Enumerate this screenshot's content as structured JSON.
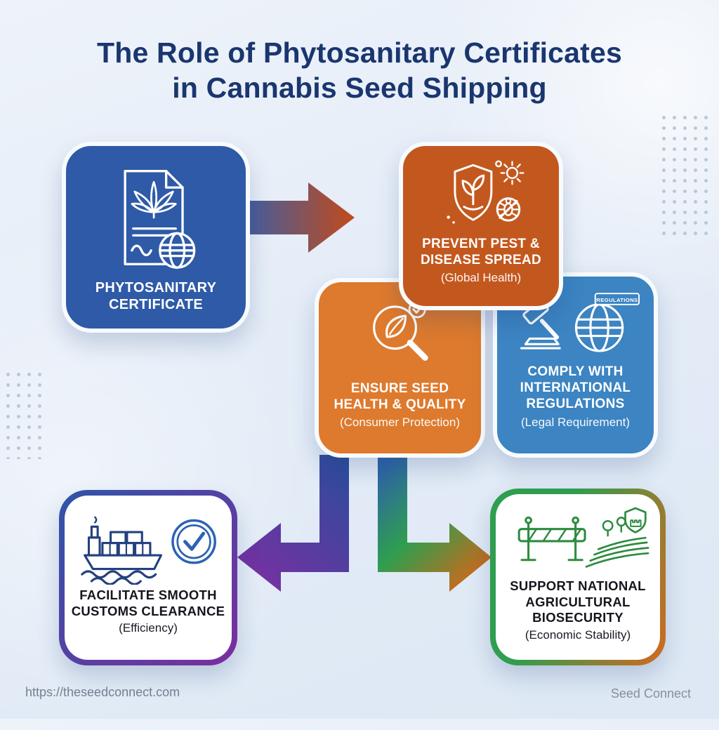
{
  "title": {
    "line1": "The Role of Phytosanitary Certificates",
    "line2": "in Cannabis Seed Shipping"
  },
  "cards": {
    "certificate": {
      "title": "PHYTOSANITARY CERTIFICATE"
    },
    "pest": {
      "title": "PREVENT PEST & DISEASE SPREAD",
      "subtitle": "(Global Health)"
    },
    "seed": {
      "title": "ENSURE SEED HEALTH & QUALITY",
      "subtitle": "(Consumer Protection)"
    },
    "regulations": {
      "title": "COMPLY WITH INTERNATIONAL REGULATIONS",
      "subtitle": "(Legal Requirement)",
      "icon_label": "REGULATIONS"
    },
    "customs": {
      "title": "FACILITATE SMOOTH CUSTOMS CLEARANCE",
      "subtitle": "(Efficiency)"
    },
    "biosecurity": {
      "title": "SUPPORT NATIONAL AGRICULTURAL BIOSECURITY",
      "subtitle": "(Economic Stability)"
    }
  },
  "footer": {
    "url": "https://theseedconnect.com",
    "brand": "Seed Connect"
  },
  "colors": {
    "title_text": "#1a366f",
    "card_certificate_bg": "#2e5aa7",
    "card_pest_bg": "#c3581e",
    "card_seed_bg": "#dd7a2d",
    "card_regulations_bg": "#3c84c2",
    "customs_border_from": "#2f55a8",
    "customs_border_to": "#7b2d9e",
    "biosecurity_border_from": "#2f9e4f",
    "biosecurity_border_to": "#d2691e",
    "arrow_blue": "#3a5fa9",
    "arrow_orange": "#c24a1a",
    "arrow_purple": "#7b2fa3",
    "arrow_green": "#2f9e4f"
  }
}
